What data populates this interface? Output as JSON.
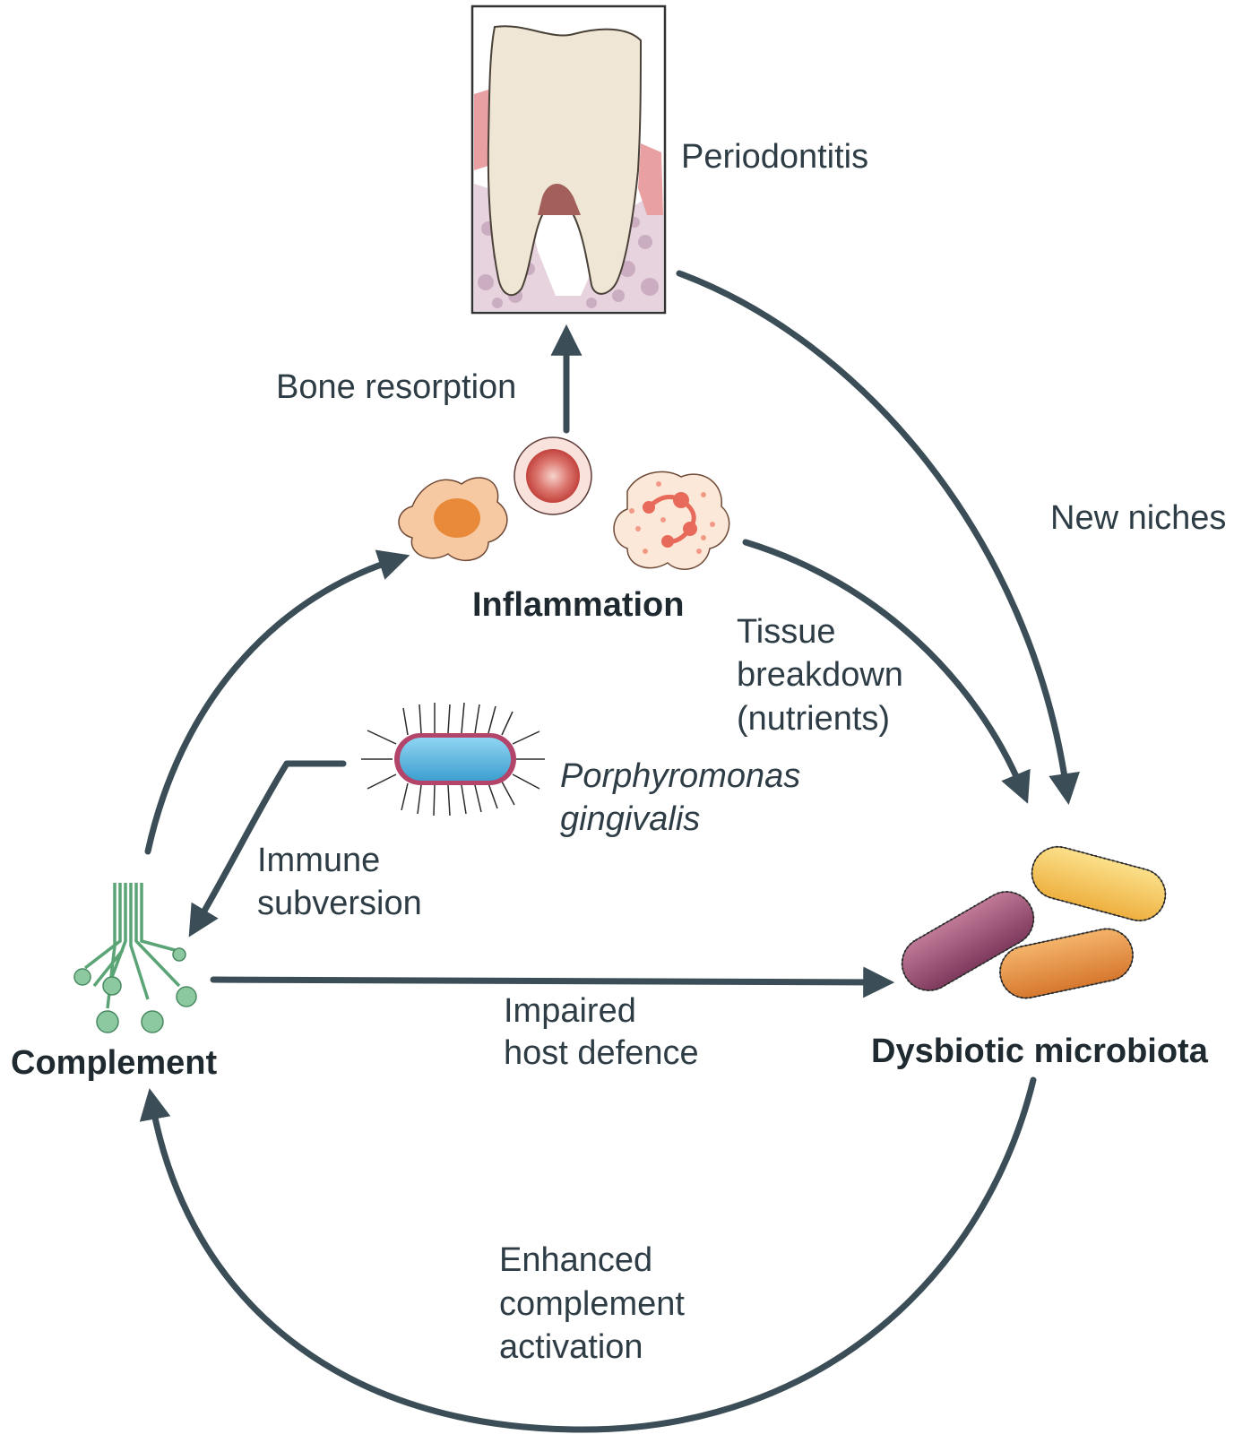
{
  "labels": {
    "periodontitis": "Periodontitis",
    "bone_resorption": "Bone resorption",
    "new_niches": "New niches",
    "inflammation": "Inflammation",
    "tissue_line1": "Tissue",
    "tissue_line2": "breakdown",
    "tissue_line3": "(nutrients)",
    "pg_line1": "Porphyromonas",
    "pg_line2": "gingivalis",
    "immune_line1": "Immune",
    "immune_line2": "subversion",
    "complement": "Complement",
    "impaired_line1": "Impaired",
    "impaired_line2": "host defence",
    "dysbiotic": "Dysbiotic microbiota",
    "enhanced_line1": "Enhanced",
    "enhanced_line2": "complement",
    "enhanced_line3": "activation"
  },
  "colors": {
    "arrow": "#3b4d57",
    "tooth": "#efe6d6",
    "gum": "#e8a0a2",
    "bone": "#e6d3de",
    "complement": "#8cc9a0",
    "bacterium_blue": "#5fb9e4",
    "bacterium_yellow": "#f5c862",
    "bacterium_purple": "#9d4f74",
    "bacterium_orange": "#e99a4c"
  },
  "icons": {
    "tooth": "tooth-icon",
    "macrophage": "macrophage-icon",
    "lymphocyte": "lymphocyte-icon",
    "neutrophil": "neutrophil-icon",
    "pathogen": "rod-bacterium-icon",
    "complement": "complement-protein-icon",
    "microbiota": "bacteria-cluster-icon"
  }
}
